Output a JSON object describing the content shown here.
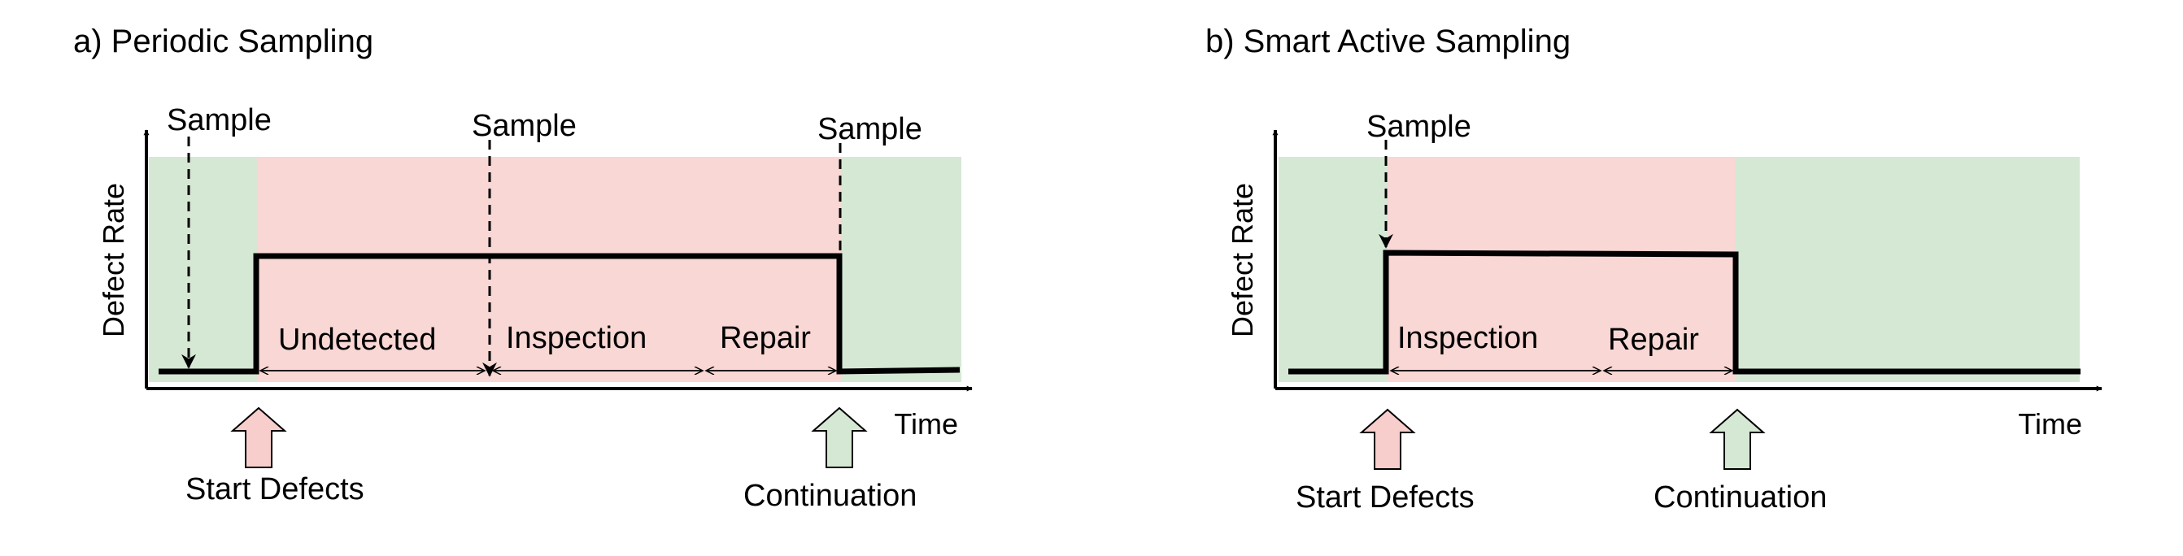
{
  "colors": {
    "ok_zone": "#d5e8d4",
    "defect_zone": "#f8d7d4",
    "arrow_red_fill": "#f8cecc",
    "arrow_green_fill": "#d5e8d4",
    "line": "#000000"
  },
  "panel_a": {
    "title": "a) Periodic Sampling",
    "y_axis_label": "Defect Rate",
    "x_axis_label": "Time",
    "sample_labels": [
      "Sample",
      "Sample",
      "Sample"
    ],
    "phases": [
      "Undetected",
      "Inspection",
      "Repair"
    ],
    "start_marker": "Start Defects",
    "end_marker": "Continuation"
  },
  "panel_b": {
    "title": "b) Smart Active Sampling",
    "y_axis_label": "Defect Rate",
    "x_axis_label": "Time",
    "sample_labels": [
      "Sample"
    ],
    "phases": [
      "Inspection",
      "Repair"
    ],
    "start_marker": "Start Defects",
    "end_marker": "Continuation"
  }
}
